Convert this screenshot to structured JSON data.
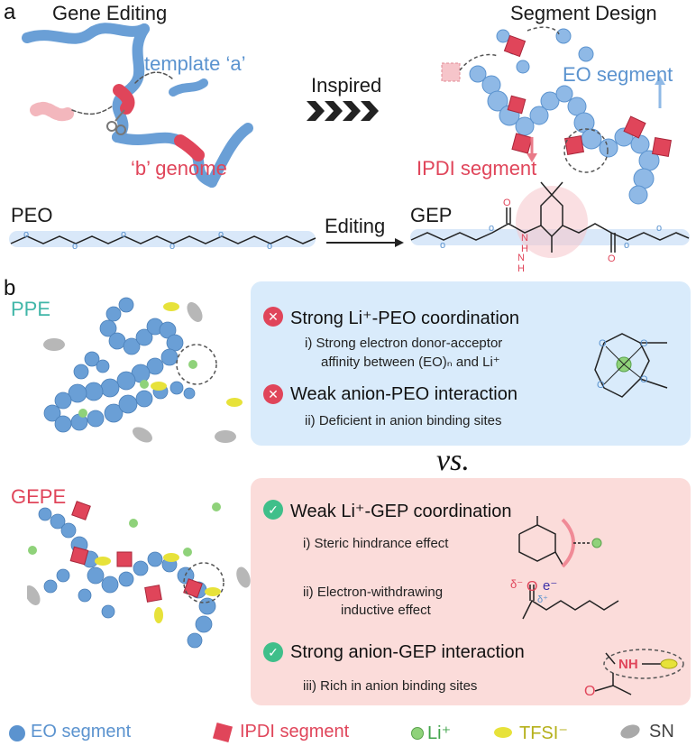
{
  "panel_a": {
    "letter": "a",
    "gene_editing": "Gene Editing",
    "template_a": "template ‘a’",
    "b_genome": "‘b’ genome",
    "inspired": "Inspired",
    "segment_design": "Segment Design",
    "eo_segment": "EO segment",
    "ipdi_segment": "IPDI segment",
    "peo": "PEO",
    "editing": "Editing",
    "gep": "GEP",
    "nh": "H",
    "n_letter": "N"
  },
  "panel_b": {
    "letter": "b",
    "ppe": "PPE",
    "gepe": "GEPE",
    "vs": "vs.",
    "ppe_box": {
      "title1": "Strong Li⁺-PEO coordination",
      "sub1a": "i) Strong electron donor-acceptor",
      "sub1b": "affinity between (EO)ₙ and  Li⁺",
      "title2": "Weak anion-PEO interaction",
      "sub2": "ii) Deficient in anion binding sites"
    },
    "gepe_box": {
      "title1": "Weak Li⁺-GEP coordination",
      "sub1": "i) Steric hindrance effect",
      "sub2a": "ii) Electron-withdrawing",
      "sub2b": "inductive effect",
      "title2": "Strong anion-GEP interaction",
      "sub3": "iii) Rich in anion binding sites",
      "delta_minus": "δ⁻",
      "o_label": "O",
      "e_label": "e⁻",
      "delta_plus": "δ⁺",
      "nh_label": "NH"
    }
  },
  "legend": {
    "eo": "EO segment",
    "ipdi": "IPDI segment",
    "li": "Li⁺",
    "tfsi": "TFSI⁻",
    "sn": "SN"
  },
  "colors": {
    "eo_blue": "#5b93cf",
    "ipdi_red": "#e0455a",
    "li_green": "#8fd27a",
    "tfsi_yellow": "#e7e23a",
    "sn_gray": "#a9a9a9",
    "ppe_teal": "#40b6a8"
  }
}
